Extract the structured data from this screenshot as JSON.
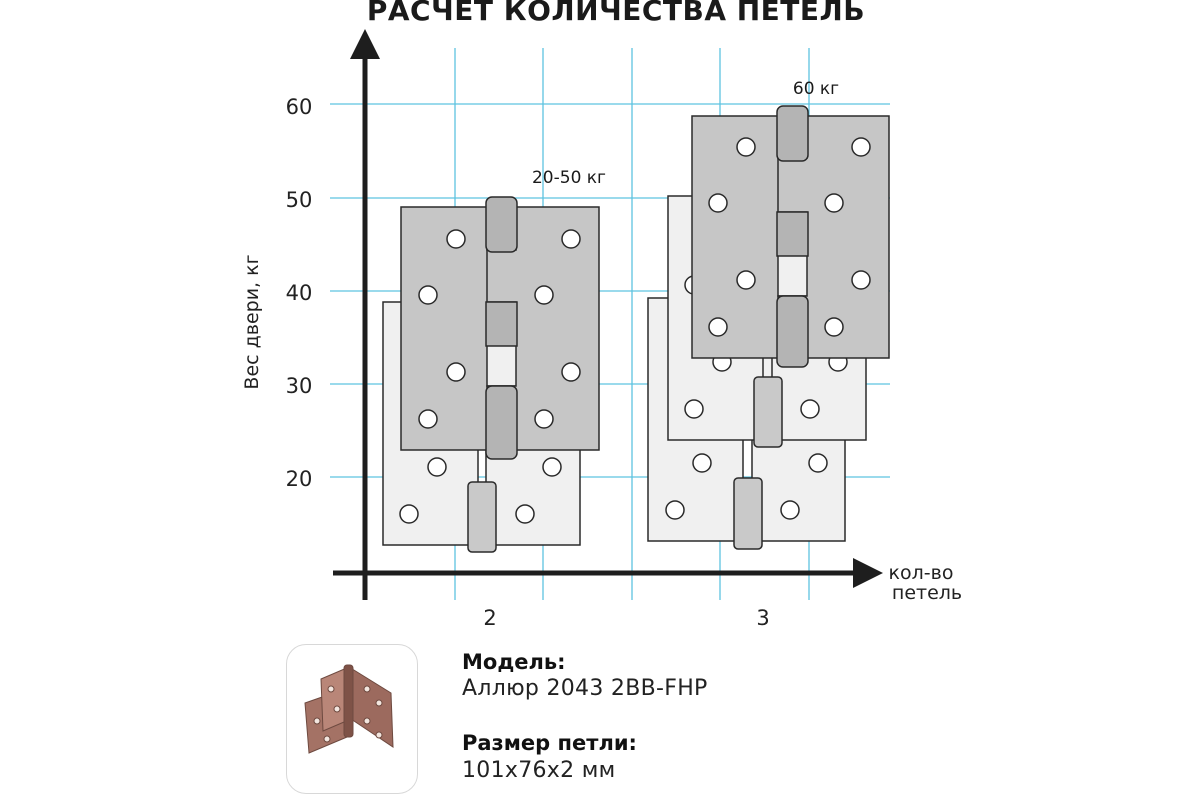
{
  "title": "РАСЧЕТ КОЛИЧЕСТВА ПЕТЕЛЬ",
  "axes": {
    "y_label": "Вес двери, кг",
    "x_label_line1": "кол-во",
    "x_label_line2": "петель",
    "y_ticks": [
      "60",
      "50",
      "40",
      "30",
      "20"
    ],
    "x_ticks": [
      "2",
      "3"
    ]
  },
  "annotations": {
    "two_hinges": "20-50 кг",
    "three_hinges": "60 кг"
  },
  "chart_data": {
    "type": "table",
    "xlabel": "кол-во петель",
    "ylabel": "Вес двери, кг",
    "ylim": [
      10,
      65
    ],
    "rows": [
      {
        "hinges": 2,
        "weight_label": "20-50 кг"
      },
      {
        "hinges": 3,
        "weight_label": "60 кг"
      }
    ]
  },
  "product": {
    "model_label": "Модель:",
    "model_value": "Аллюр 2043 2BB-FHP",
    "size_label": "Размер петли:",
    "size_value": "101x76x2 мм"
  },
  "colors": {
    "grid": "#5ec3e0",
    "axis": "#1e1e1e",
    "hinge_front": "#c6c6c6",
    "hinge_back": "#f0f0f0",
    "hinge_stroke": "#2a2a2a",
    "copper": "#a8766a"
  }
}
